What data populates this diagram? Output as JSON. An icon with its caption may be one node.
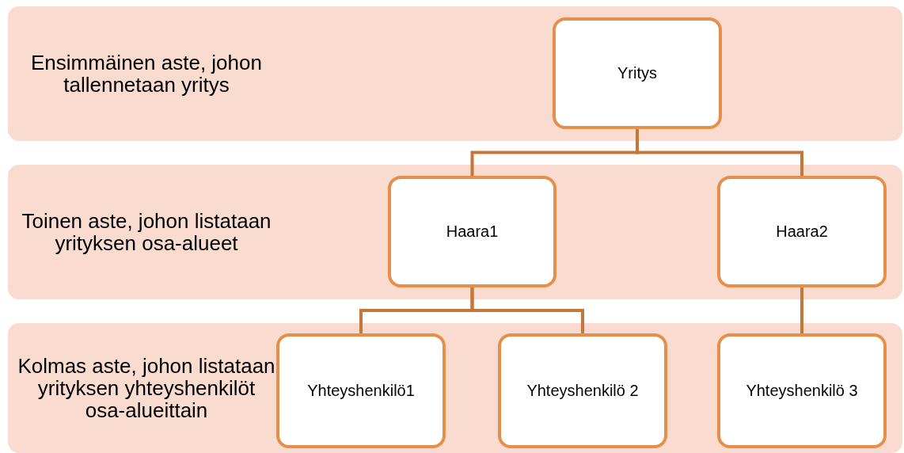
{
  "diagram": {
    "nodes": [
      {
        "text": [
          "Ensimmäinen aste, johon tallennetaan yritys"
        ]
      },
      {
        "text": [
          "Yritys"
        ],
        "in": 0
      },
      {
        "text": [
          "Toinen aste, johon listataan yrityksen osa-alueet"
        ]
      },
      {
        "text": [
          "Haara1"
        ],
        "in": 2
      },
      {
        "text": [
          "Haara2"
        ],
        "in": 2
      },
      {
        "text": [
          "Kolmas aste, johon listataan yrityksen yhteyshenkilöt osa-alueittain"
        ]
      },
      {
        "text": [
          "Yhteyshenkilö1"
        ],
        "in": 5
      },
      {
        "text": [
          "Yhteyshenkilö 2"
        ],
        "in": 5
      },
      {
        "text": [
          "Yhteyshenkilö 3"
        ],
        "in": 5
      }
    ],
    "edges": [
      {
        "from": 1,
        "to": 3,
        "arrow": "none"
      },
      {
        "from": 1,
        "to": 4,
        "arrow": "none"
      },
      {
        "from": 3,
        "to": 6,
        "arrow": "none"
      },
      {
        "from": 3,
        "to": 7,
        "arrow": "none"
      },
      {
        "from": 4,
        "to": 8,
        "arrow": "none"
      }
    ]
  }
}
